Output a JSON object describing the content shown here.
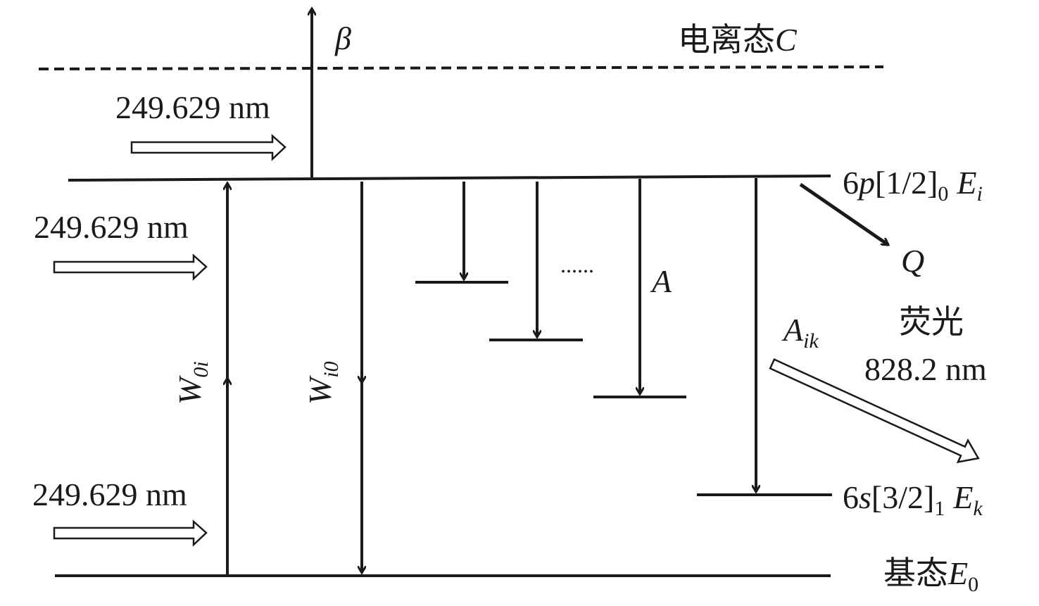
{
  "diagram": {
    "ionization_label": "电离态",
    "ionization_symbol": "C",
    "beta_label": "β",
    "laser_label": "249.629 nm",
    "excited_config": "6",
    "excited_orbital": "p",
    "excited_term": "[1/2]",
    "excited_j": "0",
    "excited_energy": "E",
    "excited_energy_sub": "i",
    "lower_config": "6",
    "lower_orbital": "s",
    "lower_term": "[3/2]",
    "lower_j": "1",
    "lower_energy": "E",
    "lower_energy_sub": "k",
    "ground_label": "基态",
    "ground_energy": "E",
    "ground_energy_sub": "0",
    "quench_label": "Q",
    "fluorescence_label": "荧光",
    "fluorescence_wavelength": "828.2 nm",
    "aik_label": "A",
    "aik_sub": "ik",
    "a_label": "A",
    "dots_label": "......",
    "w0i_label": "W",
    "w0i_sub": "0i",
    "wi0_label": "W",
    "wi0_sub": "i0"
  },
  "colors": {
    "ink": "#1a1a1a",
    "background": "#ffffff"
  }
}
